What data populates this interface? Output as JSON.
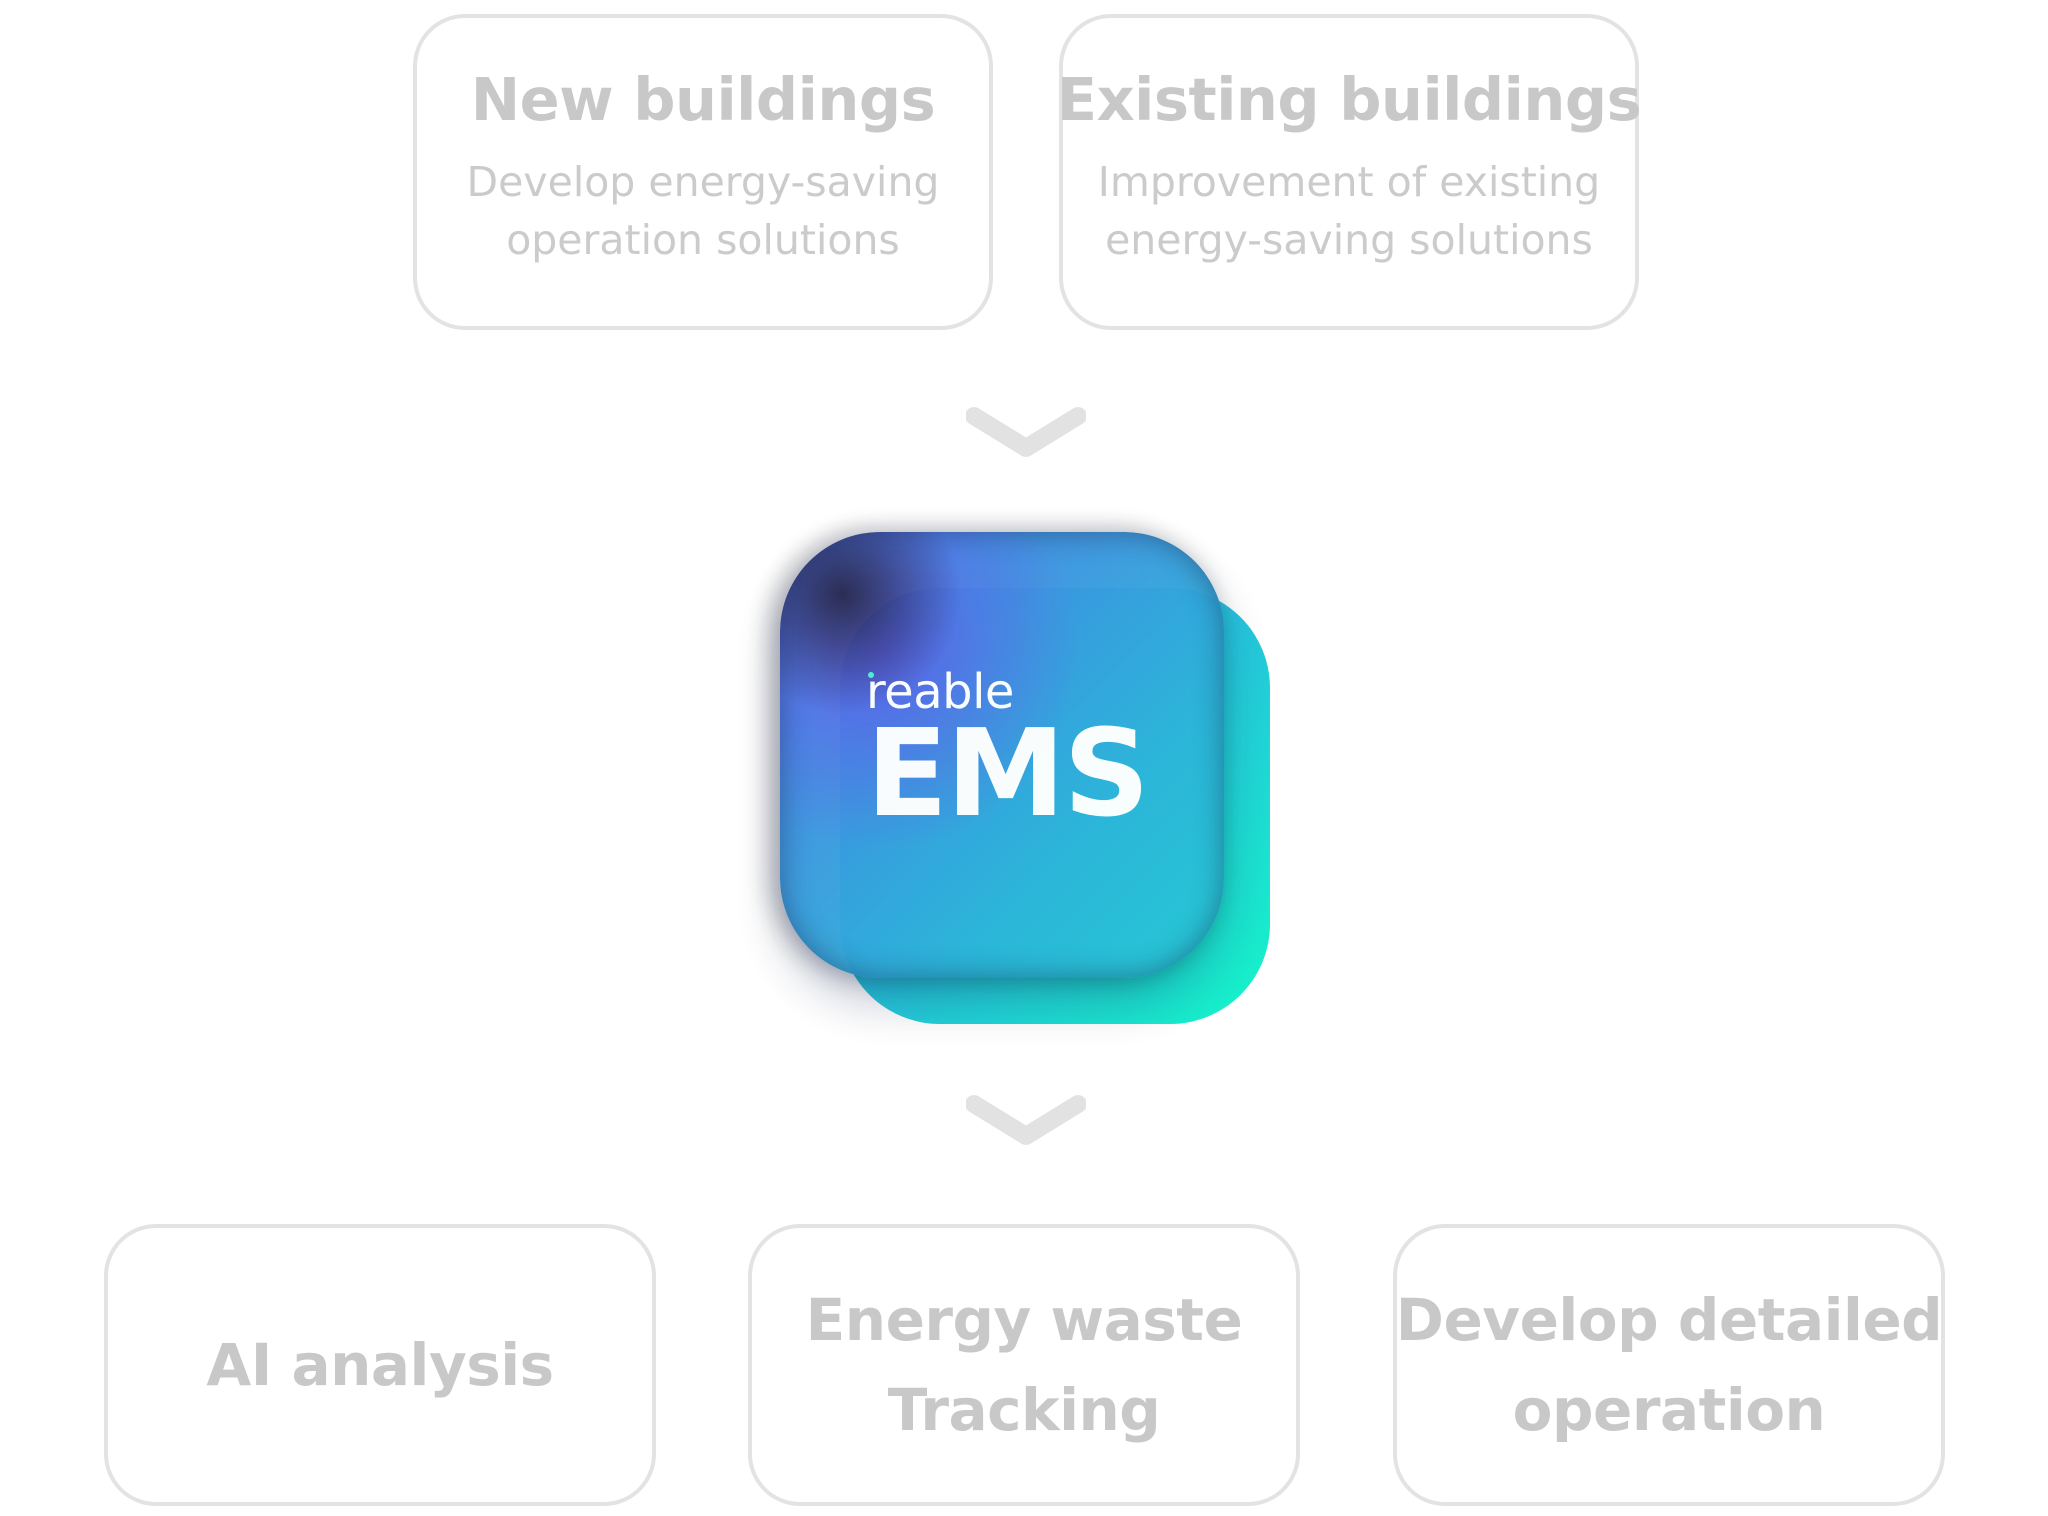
{
  "inputs": [
    {
      "title": "New buildings",
      "desc_line1": "Develop energy-saving",
      "desc_line2": "operation solutions"
    },
    {
      "title": "Existing buildings",
      "desc_line1": "Improvement of existing",
      "desc_line2": "energy-saving solutions"
    }
  ],
  "logo": {
    "brand": "reable",
    "product": "EMS"
  },
  "outputs": [
    {
      "line1": "AI analysis",
      "line2": ""
    },
    {
      "line1": "Energy waste",
      "line2": "Tracking"
    },
    {
      "line1": "Develop detailed",
      "line2": "operation"
    }
  ],
  "icons": {
    "flow_arrow": "chevron-down-icon"
  },
  "colors": {
    "box_border": "#e3e3e3",
    "box_text": "#c8c8c8",
    "chevron": "#e2e2e2",
    "logo_gradient_start": "#5f63ea",
    "logo_gradient_end": "#15f5c8"
  }
}
